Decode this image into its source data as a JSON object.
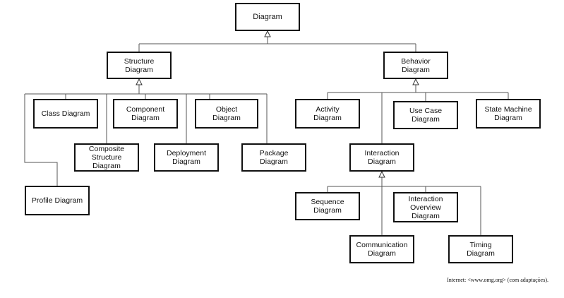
{
  "diagram": {
    "nodes": [
      {
        "id": "diagram",
        "label": "Diagram"
      },
      {
        "id": "structure",
        "label": "Structure\nDiagram"
      },
      {
        "id": "behavior",
        "label": "Behavior\nDiagram"
      },
      {
        "id": "class",
        "label": "Class Diagram"
      },
      {
        "id": "component",
        "label": "Component\nDiagram"
      },
      {
        "id": "object",
        "label": "Object\nDiagram"
      },
      {
        "id": "composite",
        "label": "Composite\nStructure\nDiagram"
      },
      {
        "id": "deployment",
        "label": "Deployment\nDiagram"
      },
      {
        "id": "package",
        "label": "Package\nDiagram"
      },
      {
        "id": "profile",
        "label": "Profile Diagram"
      },
      {
        "id": "activity",
        "label": "Activity\nDiagram"
      },
      {
        "id": "usecase",
        "label": "Use Case\nDiagram"
      },
      {
        "id": "statemachine",
        "label": "State Machine\nDiagram"
      },
      {
        "id": "interaction",
        "label": "Interaction\nDiagram"
      },
      {
        "id": "sequence",
        "label": "Sequence\nDiagram"
      },
      {
        "id": "overview",
        "label": "Interaction\nOverview\nDiagram"
      },
      {
        "id": "communication",
        "label": "Communication\nDiagram"
      },
      {
        "id": "timing",
        "label": "Timing\nDiagram"
      }
    ],
    "edges": [
      {
        "from": "structure",
        "to": "diagram"
      },
      {
        "from": "behavior",
        "to": "diagram"
      },
      {
        "from": "class",
        "to": "structure"
      },
      {
        "from": "component",
        "to": "structure"
      },
      {
        "from": "object",
        "to": "structure"
      },
      {
        "from": "composite",
        "to": "structure"
      },
      {
        "from": "deployment",
        "to": "structure"
      },
      {
        "from": "package",
        "to": "structure"
      },
      {
        "from": "profile",
        "to": "structure"
      },
      {
        "from": "activity",
        "to": "behavior"
      },
      {
        "from": "usecase",
        "to": "behavior"
      },
      {
        "from": "statemachine",
        "to": "behavior"
      },
      {
        "from": "interaction",
        "to": "behavior"
      },
      {
        "from": "sequence",
        "to": "interaction"
      },
      {
        "from": "overview",
        "to": "interaction"
      },
      {
        "from": "communication",
        "to": "interaction"
      },
      {
        "from": "timing",
        "to": "interaction"
      }
    ]
  },
  "credit": "Internet: <www.omg.org> (com adaptações)."
}
